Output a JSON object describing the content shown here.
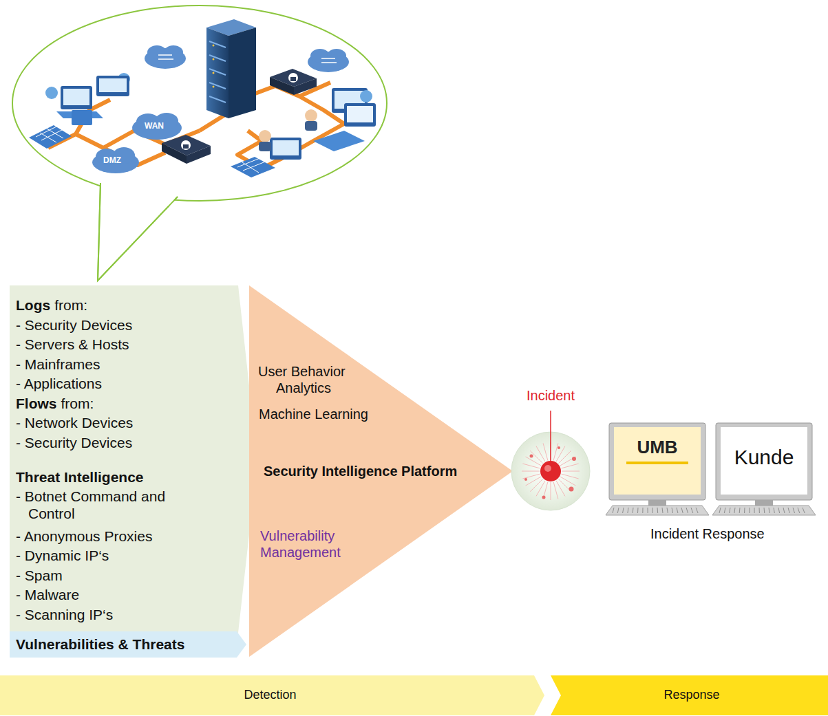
{
  "diagram": {
    "nodes": [
      {
        "text": [
          "Logs",
          "from:",
          "- Security Devices",
          "- Servers & Hosts",
          "- Mainframes",
          "- Applications",
          "Flows",
          "from:",
          "- Network Devices",
          "- Security Devices",
          "Threat Intelligence",
          "- Botnet Command and Control",
          "- Anonymous Proxies",
          "- Dynamic IP‘s",
          "- Spam",
          "- Malware",
          "- Scanning IP‘s"
        ]
      },
      {
        "text": [
          "Vulnerabilities & Threats"
        ]
      },
      {
        "text": [
          "User Behavior Analytics",
          "Machine Learning",
          "Security Intelligence Platform",
          "Vulnerability Management"
        ]
      },
      {
        "text": [
          "Incident"
        ]
      },
      {
        "text": [
          "UMB"
        ]
      },
      {
        "text": [
          "Kunde"
        ]
      },
      {
        "text": [
          "Detection"
        ]
      },
      {
        "text": [
          "Response"
        ]
      }
    ],
    "labels": [
      "DMZ",
      "WAN",
      "Incident Response"
    ]
  }
}
